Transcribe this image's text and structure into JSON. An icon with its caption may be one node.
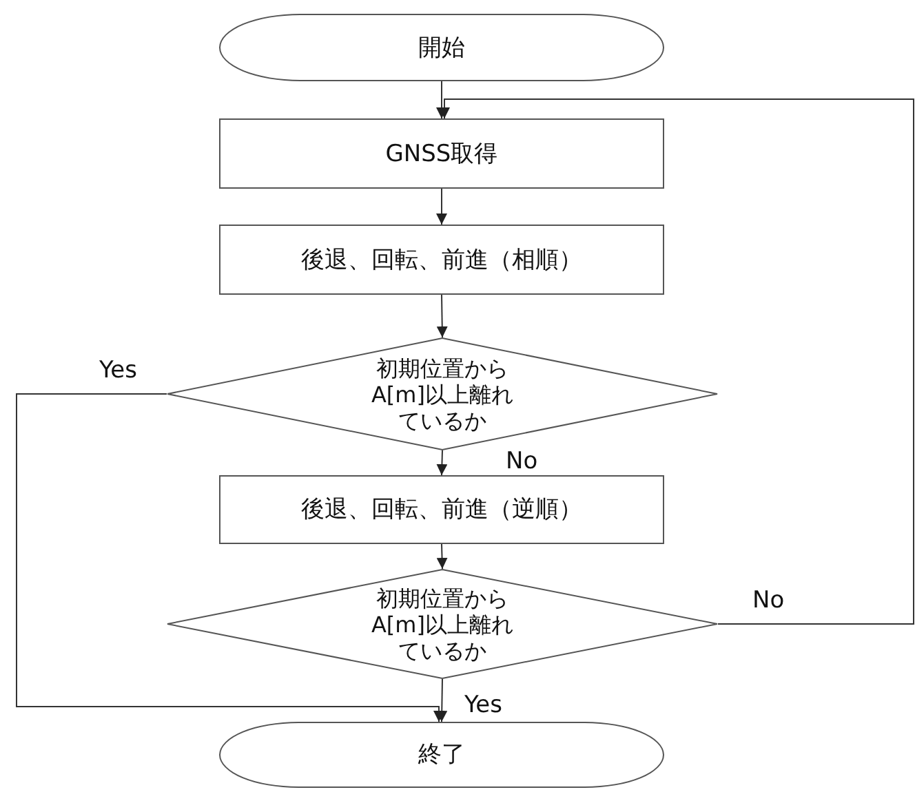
{
  "diagram": {
    "nodes": [
      {
        "text": [
          "開始"
        ]
      },
      {
        "text": [
          "GNSS取得"
        ]
      },
      {
        "text": [
          "後退、回転、前進（相順）"
        ]
      },
      {
        "text": [
          "初期位置からA[m]以上離れているか"
        ]
      },
      {
        "text": [
          "後退、回転、前進（逆順）"
        ]
      },
      {
        "text": [
          "初期位置からA[m]以上離れているか"
        ]
      },
      {
        "text": [
          "終了"
        ]
      }
    ],
    "edges": [
      {
        "from": 0,
        "to": 1,
        "arrow": "to"
      },
      {
        "from": 1,
        "to": 2,
        "arrow": "to"
      },
      {
        "from": 2,
        "to": 3,
        "arrow": "to"
      },
      {
        "from": 3,
        "to": 4,
        "arrow": "to",
        "label": "No"
      },
      {
        "from": 4,
        "to": 5,
        "arrow": "to"
      },
      {
        "from": 5,
        "to": 1,
        "arrow": "to",
        "label": "No"
      },
      {
        "from": 3,
        "to": 6,
        "arrow": "to",
        "label": "Yes"
      },
      {
        "from": 5,
        "to": 6,
        "arrow": "to",
        "label": "Yes"
      }
    ]
  }
}
